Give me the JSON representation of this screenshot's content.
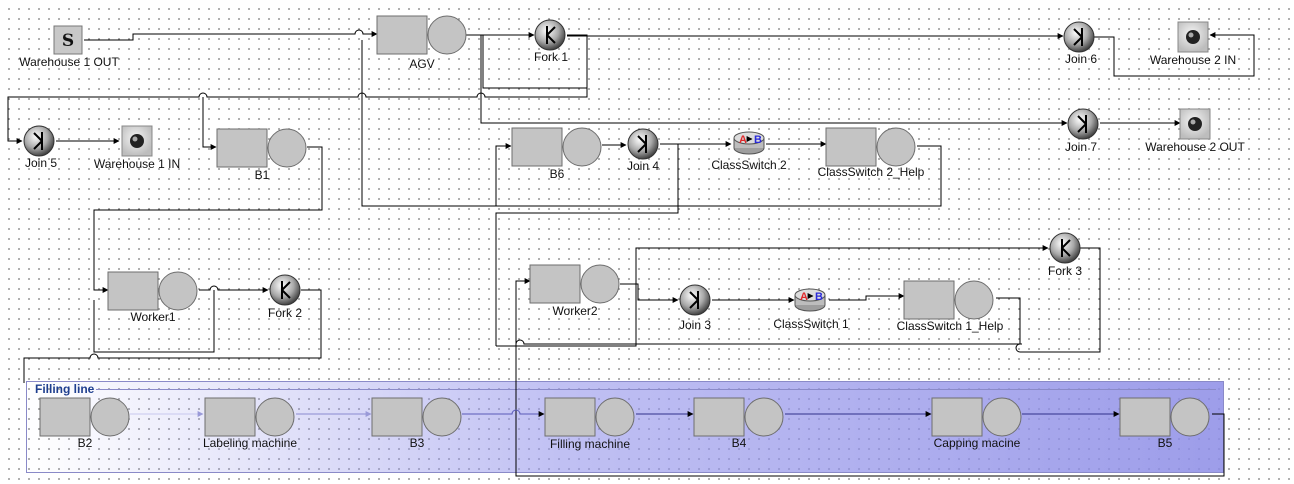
{
  "filling_region": {
    "title": "Filling line"
  },
  "nodes": {
    "warehouse1_out": {
      "label": "Warehouse 1 OUT",
      "icon": "source-icon",
      "glyph": "S"
    },
    "agv": {
      "label": "AGV",
      "icon": "queue-server-icon"
    },
    "fork1": {
      "label": "Fork 1",
      "icon": "fork-icon"
    },
    "join6": {
      "label": "Join 6",
      "icon": "join-icon"
    },
    "warehouse2_in": {
      "label": "Warehouse 2 IN",
      "icon": "sink-icon"
    },
    "join5": {
      "label": "Join 5",
      "icon": "join-icon"
    },
    "warehouse1_in": {
      "label": "Warehouse 1 IN",
      "icon": "sink-icon"
    },
    "b1": {
      "label": "B1",
      "icon": "queue-server-icon"
    },
    "b6": {
      "label": "B6",
      "icon": "queue-server-icon"
    },
    "join4": {
      "label": "Join 4",
      "icon": "join-icon"
    },
    "classswitch2": {
      "label": "ClassSwitch 2",
      "icon": "class-switch-icon",
      "from": "A",
      "to": "B"
    },
    "classswitch2_help": {
      "label": "ClassSwitch 2_Help",
      "icon": "queue-server-icon"
    },
    "join7": {
      "label": "Join 7",
      "icon": "join-icon"
    },
    "warehouse2_out": {
      "label": "Warehouse 2 OUT",
      "icon": "sink-icon"
    },
    "worker1": {
      "label": "Worker1",
      "icon": "queue-server-icon"
    },
    "fork2": {
      "label": "Fork 2",
      "icon": "fork-icon"
    },
    "worker2": {
      "label": "Worker2",
      "icon": "queue-server-icon"
    },
    "join3": {
      "label": "Join 3",
      "icon": "join-icon"
    },
    "classswitch1": {
      "label": "ClassSwitch 1",
      "icon": "class-switch-icon",
      "from": "A",
      "to": "B"
    },
    "classswitch1_help": {
      "label": "ClassSwitch 1_Help",
      "icon": "queue-server-icon"
    },
    "fork3": {
      "label": "Fork 3",
      "icon": "fork-icon"
    },
    "b2": {
      "label": "B2",
      "icon": "queue-server-icon"
    },
    "labeling_machine": {
      "label": "Labeling machine",
      "icon": "queue-server-icon"
    },
    "b3": {
      "label": "B3",
      "icon": "queue-server-icon"
    },
    "filling_machine": {
      "label": "Filling machine",
      "icon": "queue-server-icon"
    },
    "b4": {
      "label": "B4",
      "icon": "queue-server-icon"
    },
    "capping_machine": {
      "label": "Capping macine",
      "icon": "queue-server-icon"
    },
    "b5": {
      "label": "B5",
      "icon": "queue-server-icon"
    }
  },
  "colors": {
    "station": "#c4c4c4",
    "edge": "#000000",
    "region_accent": "#8c8ce6",
    "region_title": "#1f3f8f",
    "switch_from": "#e0282a",
    "switch_to": "#2a2ad8"
  }
}
